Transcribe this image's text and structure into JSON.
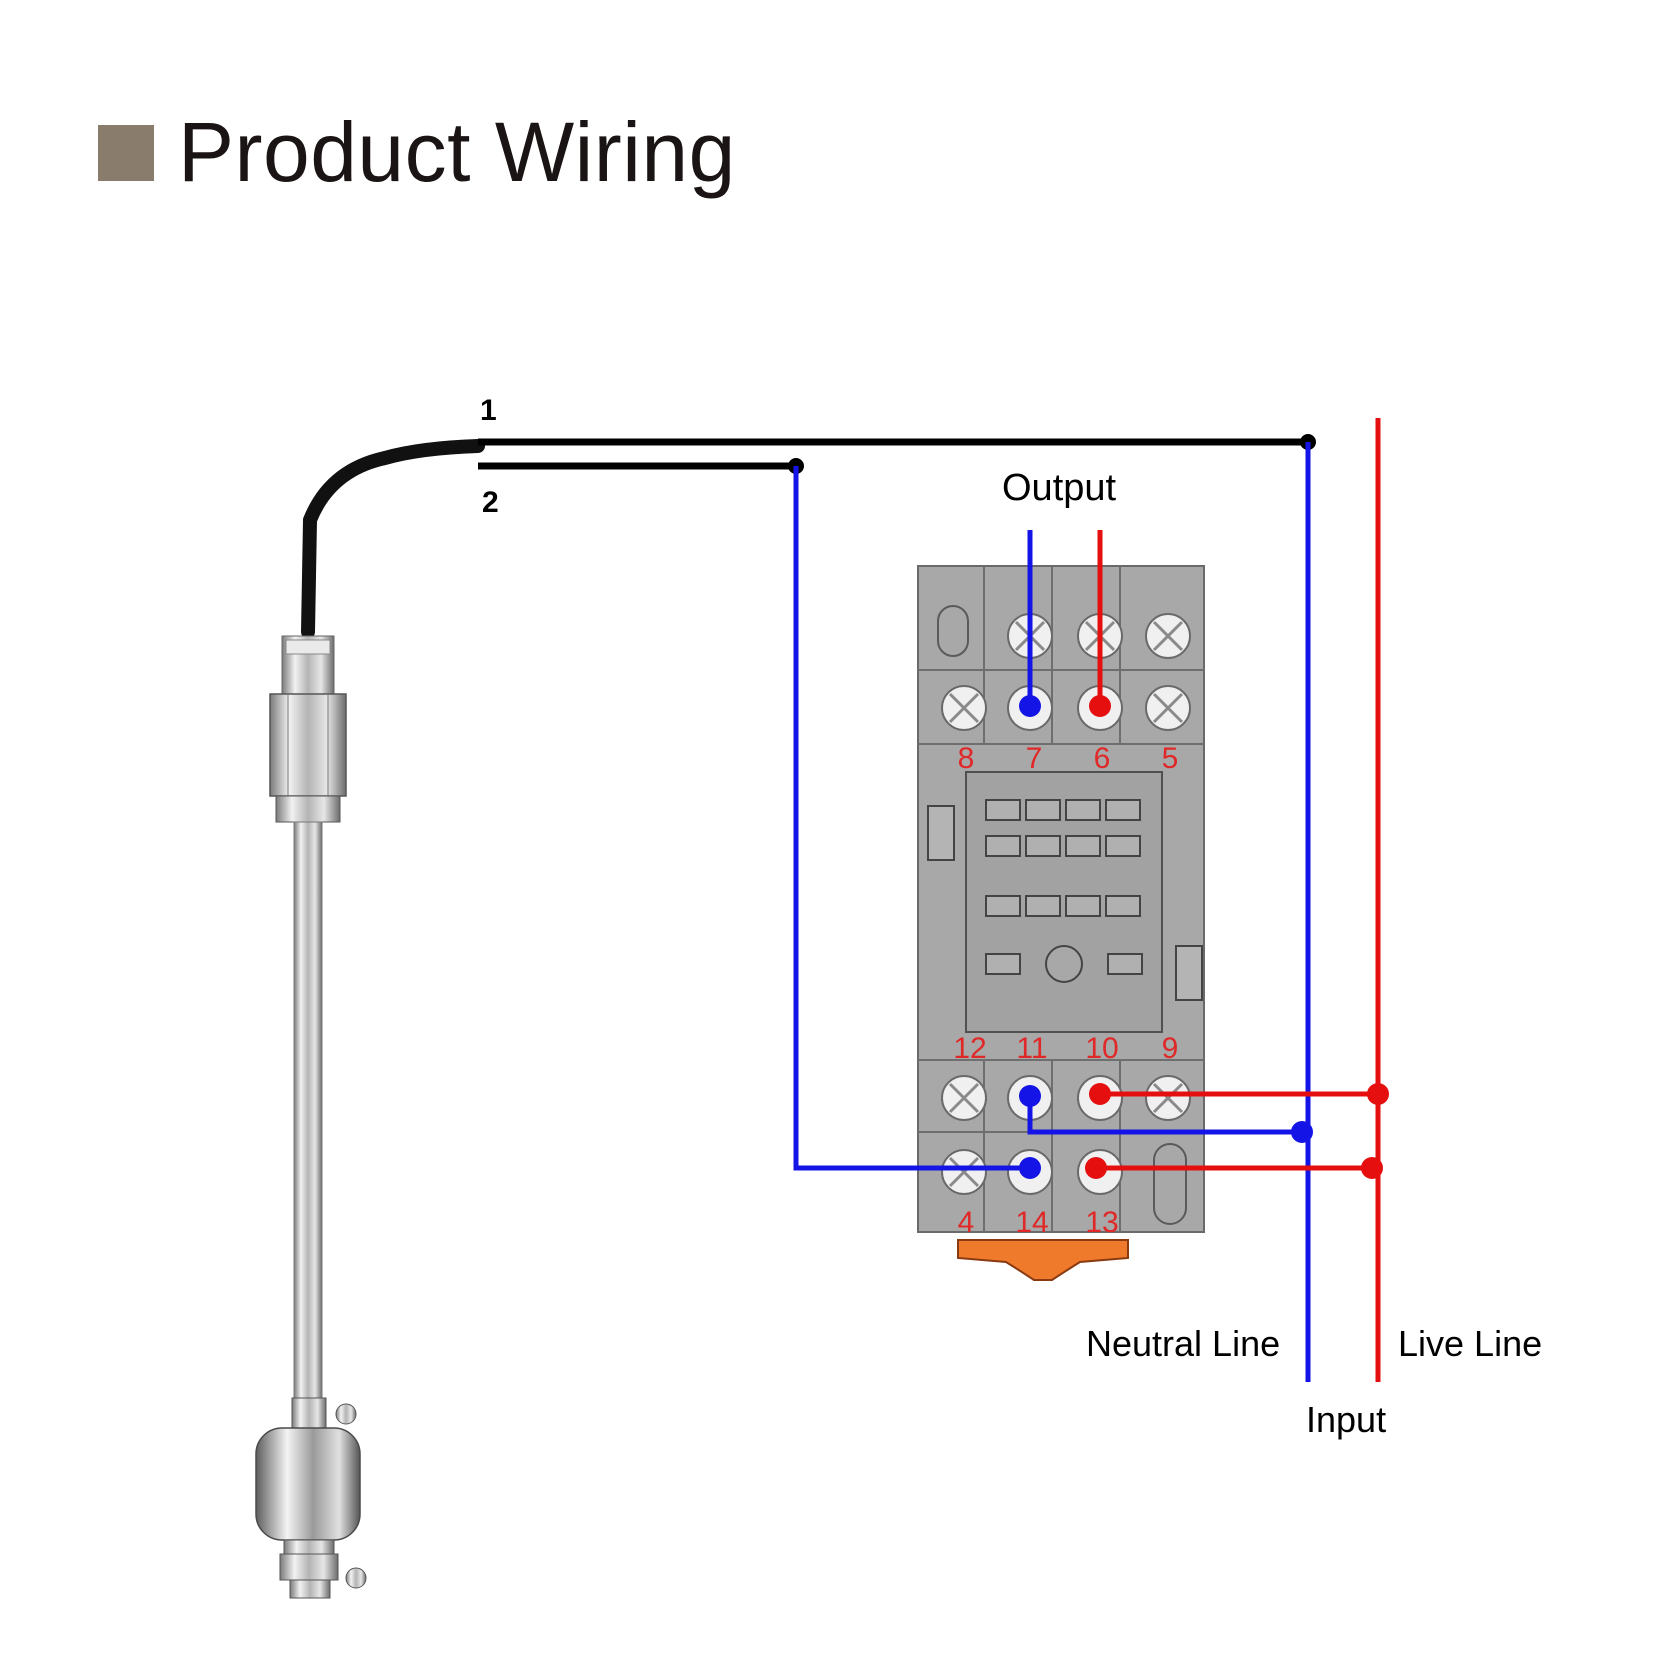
{
  "title": "Product Wiring",
  "labels": {
    "wire1": "1",
    "wire2": "2",
    "output": "Output",
    "neutral": "Neutral Line",
    "live": "Live Line",
    "input": "Input"
  },
  "terminals": {
    "top": [
      "8",
      "7",
      "6",
      "5"
    ],
    "bottom_upper": [
      "12",
      "11",
      "10",
      "9"
    ],
    "bottom_lower": [
      "4",
      "14",
      "13"
    ]
  },
  "colors": {
    "title_square": "#8a7c6c",
    "neutral_wire": "#1414e6",
    "live_wire": "#e60f0f",
    "sensor_cable": "#000000",
    "terminal_number": "#e02828",
    "relay_base": "#a8a8a8"
  }
}
